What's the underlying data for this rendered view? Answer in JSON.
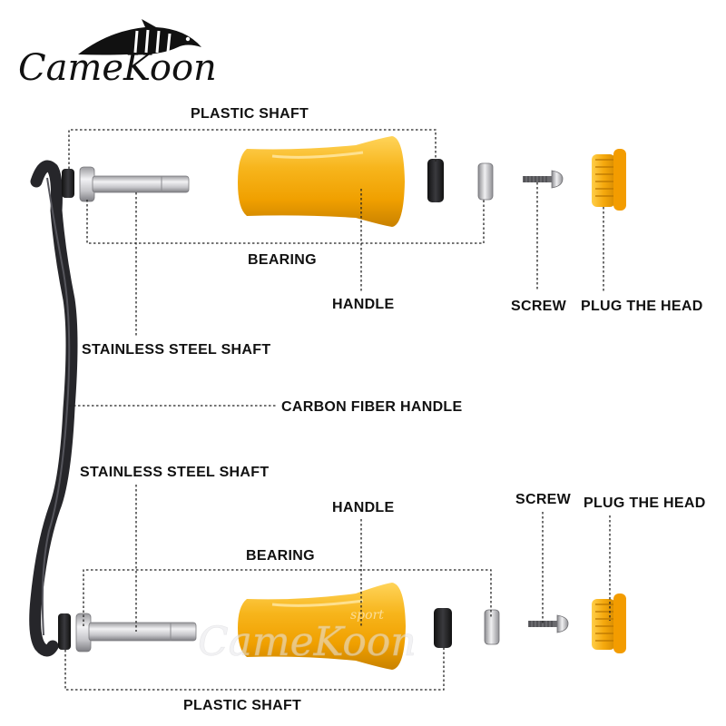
{
  "brand": {
    "name": "CameKoon",
    "watermark": "CameKoon",
    "watermark_tag": "sport"
  },
  "labels": {
    "top_plastic_shaft": "PLASTIC SHAFT",
    "top_bearing": "BEARING",
    "top_handle": "HANDLE",
    "top_screw": "SCREW",
    "top_plug": "PLUG THE HEAD",
    "top_steel_shaft": "STAINLESS STEEL SHAFT",
    "carbon_handle": "CARBON FIBER HANDLE",
    "bottom_steel_shaft": "STAINLESS STEEL SHAFT",
    "bottom_handle": "HANDLE",
    "bottom_screw": "SCREW",
    "bottom_plug": "PLUG THE HEAD",
    "bottom_bearing": "BEARING",
    "bottom_plastic_shaft": "PLASTIC SHAFT"
  },
  "colors": {
    "gold": "#f2a60c",
    "gold_light": "#ffd45a",
    "gold_dark": "#c87f00",
    "carbon": "#26262a",
    "steel": "#c9c9cc",
    "text": "#111111"
  }
}
